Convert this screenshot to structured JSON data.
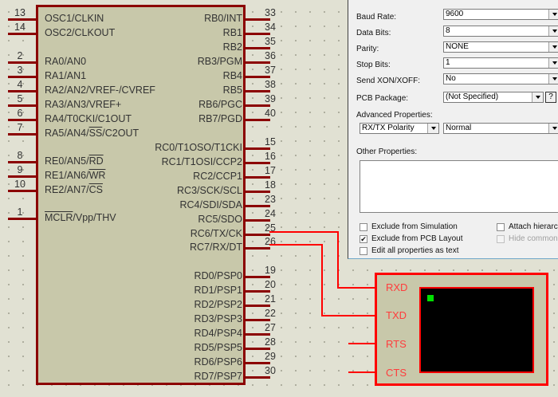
{
  "chip": {
    "left_pins": [
      {
        "num": "13",
        "label": "OSC1/CLKIN"
      },
      {
        "num": "14",
        "label": "OSC2/CLKOUT"
      },
      {
        "num": "2",
        "label": "RA0/AN0"
      },
      {
        "num": "3",
        "label": "RA1/AN1"
      },
      {
        "num": "4",
        "label": "RA2/AN2/VREF-/CVREF"
      },
      {
        "num": "5",
        "label": "RA3/AN3/VREF+"
      },
      {
        "num": "6",
        "label": "RA4/T0CKI/C1OUT"
      },
      {
        "num": "7",
        "label_pre": "RA5/AN4/",
        "label_ov": "SS",
        "label_post": "/C2OUT"
      },
      {
        "num": "8",
        "label_pre": "RE0/AN5/",
        "label_ov": "RD",
        "label_post": ""
      },
      {
        "num": "9",
        "label_pre": "RE1/AN6/",
        "label_ov": "WR",
        "label_post": ""
      },
      {
        "num": "10",
        "label_pre": "RE2/AN7/",
        "label_ov": "CS",
        "label_post": ""
      },
      {
        "num": "1",
        "label_pre": "",
        "label_ov": "MCLR",
        "label_post": "/Vpp/THV"
      }
    ],
    "right_pins": [
      {
        "num": "33",
        "label": "RB0/INT"
      },
      {
        "num": "34",
        "label": "RB1"
      },
      {
        "num": "35",
        "label": "RB2"
      },
      {
        "num": "36",
        "label": "RB3/PGM"
      },
      {
        "num": "37",
        "label": "RB4"
      },
      {
        "num": "38",
        "label": "RB5"
      },
      {
        "num": "39",
        "label": "RB6/PGC"
      },
      {
        "num": "40",
        "label": "RB7/PGD"
      },
      {
        "num": "15",
        "label": "RC0/T1OSO/T1CKI"
      },
      {
        "num": "16",
        "label": "RC1/T1OSI/CCP2"
      },
      {
        "num": "17",
        "label": "RC2/CCP1"
      },
      {
        "num": "18",
        "label": "RC3/SCK/SCL"
      },
      {
        "num": "23",
        "label": "RC4/SDI/SDA"
      },
      {
        "num": "24",
        "label": "RC5/SDO"
      },
      {
        "num": "25",
        "label": "RC6/TX/CK"
      },
      {
        "num": "26",
        "label": "RC7/RX/DT"
      },
      {
        "num": "19",
        "label": "RD0/PSP0"
      },
      {
        "num": "20",
        "label": "RD1/PSP1"
      },
      {
        "num": "21",
        "label": "RD2/PSP2"
      },
      {
        "num": "22",
        "label": "RD3/PSP3"
      },
      {
        "num": "27",
        "label": "RD4/PSP4"
      },
      {
        "num": "28",
        "label": "RD5/PSP5"
      },
      {
        "num": "29",
        "label": "RD6/PSP6"
      },
      {
        "num": "30",
        "label": "RD7/PSP7"
      }
    ]
  },
  "terminal": {
    "pins": [
      "RXD",
      "TXD",
      "RTS",
      "CTS"
    ],
    "cursor_color": "#00e000"
  },
  "dialog": {
    "fields": [
      {
        "label": "Baud Rate:",
        "value": "9600"
      },
      {
        "label": "Data Bits:",
        "value": "8"
      },
      {
        "label": "Parity:",
        "value": "NONE"
      },
      {
        "label": "Stop Bits:",
        "value": "1"
      },
      {
        "label": "Send XON/XOFF:",
        "value": "No"
      },
      {
        "label": "PCB Package:",
        "value": "(Not Specified)"
      }
    ],
    "help_label": "?",
    "advanced_label": "Advanced Properties:",
    "advanced_property": "RX/TX Polarity",
    "advanced_value": "Normal",
    "other_label": "Other Properties:",
    "other_value": "",
    "checkboxes": [
      {
        "label": "Exclude from Simulation",
        "checked": false,
        "enabled": true
      },
      {
        "label": "Exclude from PCB Layout",
        "checked": true,
        "enabled": true
      },
      {
        "label": "Edit all properties as text",
        "checked": false,
        "enabled": true
      },
      {
        "label": "Attach hierarchy",
        "checked": false,
        "enabled": true
      },
      {
        "label": "Hide common pi",
        "checked": false,
        "enabled": false
      }
    ]
  }
}
